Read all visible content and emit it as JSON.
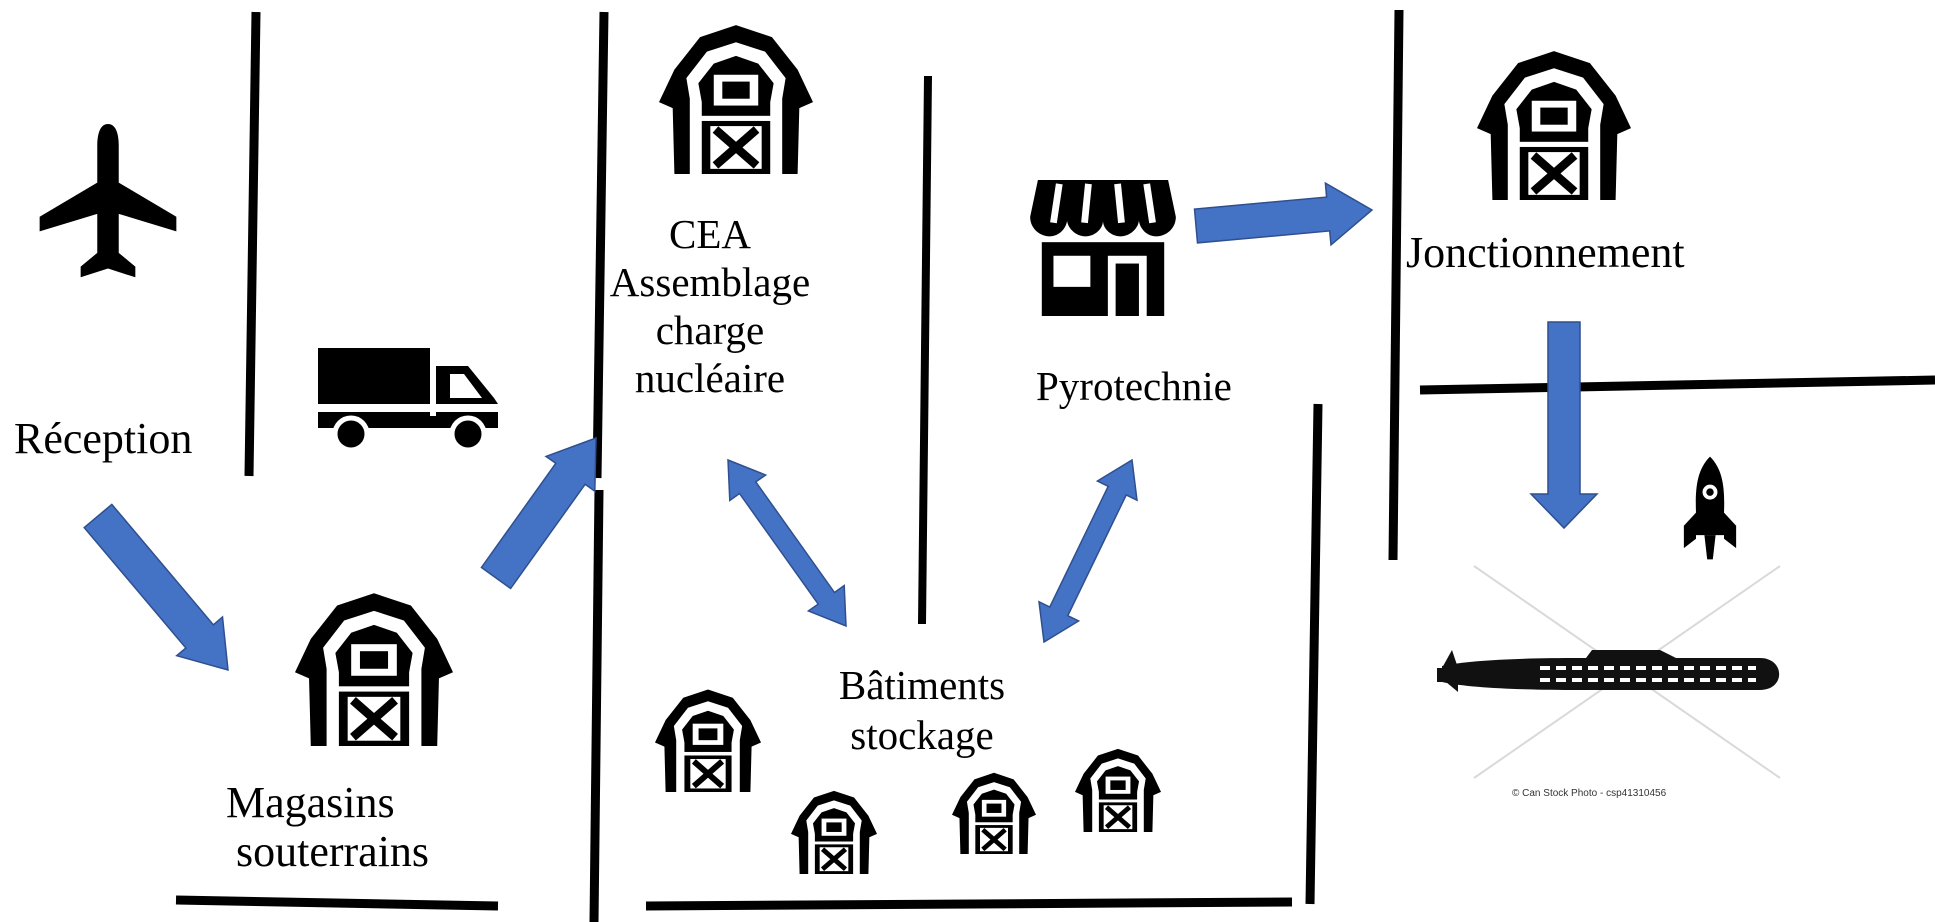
{
  "colors": {
    "arrow_fill": "#4472C4",
    "arrow_stroke": "#2F4F8F",
    "icon": "#000000",
    "line": "#000000"
  },
  "labels": {
    "reception": "Réception",
    "magasins": [
      "Magasins",
      "souterrains"
    ],
    "cea": [
      "CEA",
      "Assemblage",
      "charge",
      "nucléaire"
    ],
    "batiments": [
      "Bâtiments",
      "stockage"
    ],
    "pyrotechnie": "Pyrotechnie",
    "jonctionnement": "Jonctionnement"
  },
  "watermark": "© Can Stock Photo - csp41310456",
  "icons": {
    "reception": "airplane-icon",
    "transport": "truck-icon",
    "storage": "barn-icon",
    "pyrotechnie": "shop-icon",
    "missile": "rocket-icon",
    "submarine": "submarine-icon"
  }
}
